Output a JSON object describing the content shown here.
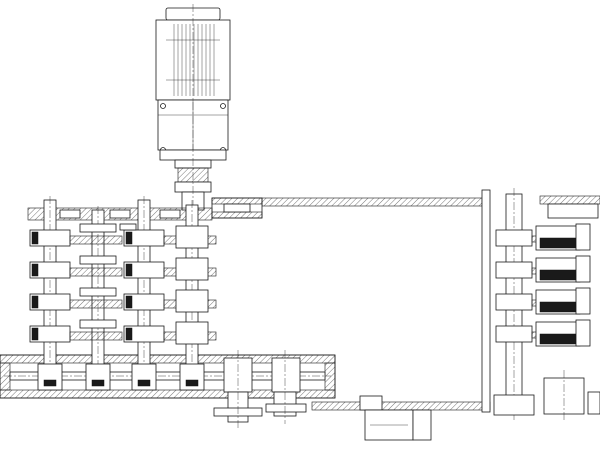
{
  "drawing": {
    "colors": {
      "line": "#1a1a1a",
      "background": "#ffffff"
    },
    "assemblies": [
      {
        "name": "motor"
      },
      {
        "name": "left-gearbox",
        "shafts": 4,
        "stages": 4
      },
      {
        "name": "top-tie-bar"
      },
      {
        "name": "bottom-tie-bar"
      },
      {
        "name": "right-gearbox",
        "shafts": 1,
        "stages": 4
      },
      {
        "name": "drive-unit"
      }
    ]
  }
}
